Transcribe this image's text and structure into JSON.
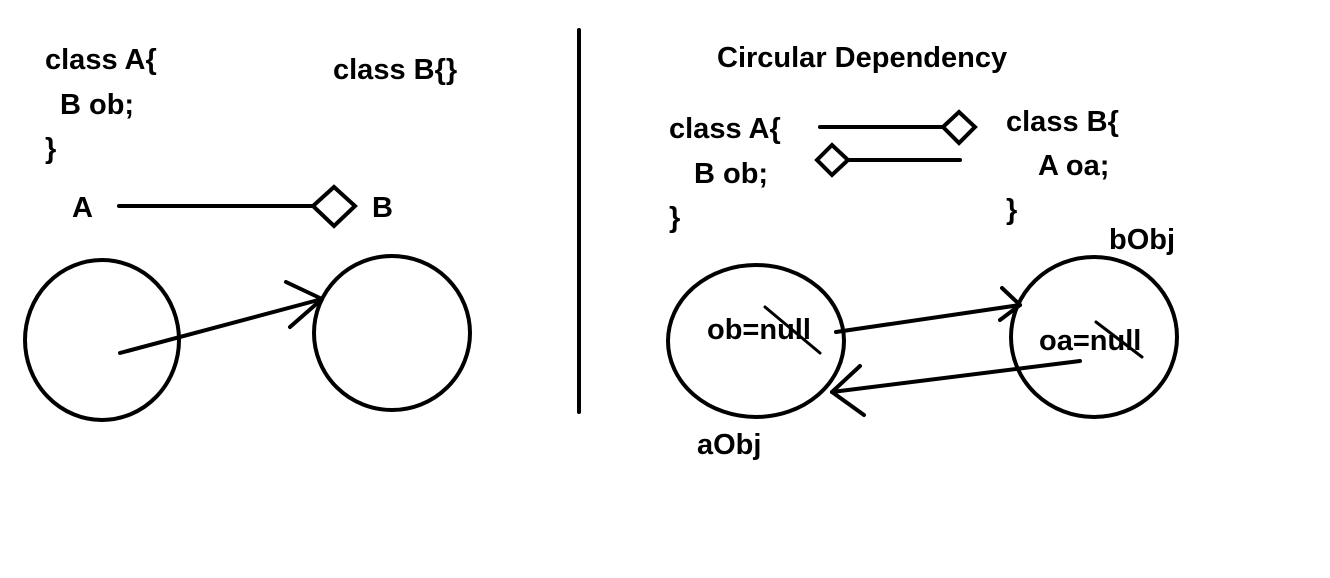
{
  "left": {
    "classA": {
      "line1": "class A{",
      "line2": "B ob;",
      "line3": "}"
    },
    "classB": "class B{}",
    "uml": {
      "a_label": "A",
      "b_label": "B"
    }
  },
  "right": {
    "title": "Circular Dependency",
    "classA": {
      "line1": "class A{",
      "line2": "B  ob;",
      "line3": "}"
    },
    "classB": {
      "line1": "class B{",
      "line2": "A oa;",
      "line3": "}"
    },
    "aObj": {
      "name": "aObj",
      "field": "ob=null"
    },
    "bObj": {
      "name": "bObj",
      "field": "oa=null"
    }
  }
}
